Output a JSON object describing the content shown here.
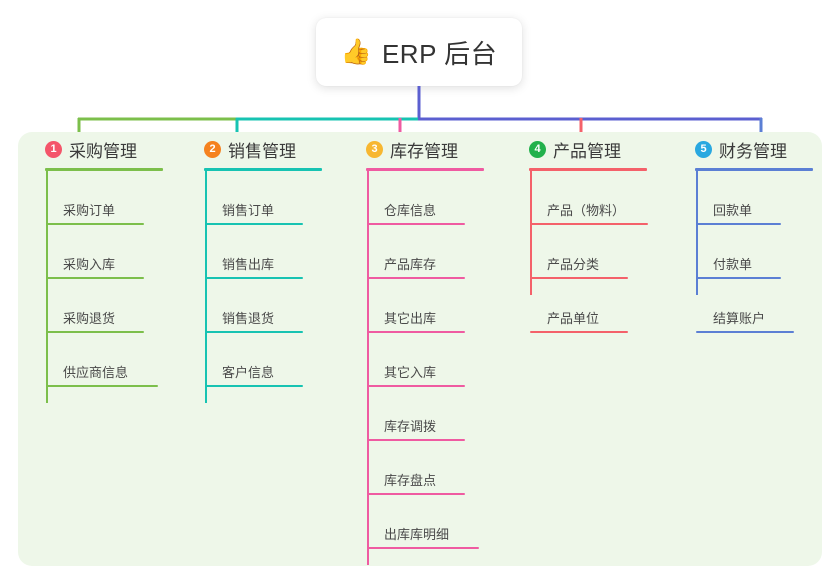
{
  "root": {
    "icon": "thumbs-up-icon",
    "icon_glyph": "👍",
    "title": "ERP 后台"
  },
  "board": {
    "background_color": "#eef7e9"
  },
  "columns": [
    {
      "index": "1",
      "title": "采购管理",
      "badge_color": "#f4556a",
      "line_color": "#7cbf4b",
      "connector_color": "#7cbf4b",
      "items": [
        {
          "label": "采购订单"
        },
        {
          "label": "采购入库"
        },
        {
          "label": "采购退货"
        },
        {
          "label": "供应商信息"
        }
      ]
    },
    {
      "index": "2",
      "title": "销售管理",
      "badge_color": "#f5821f",
      "line_color": "#17c3b2",
      "connector_color": "#17c3b2",
      "items": [
        {
          "label": "销售订单"
        },
        {
          "label": "销售出库"
        },
        {
          "label": "销售退货"
        },
        {
          "label": "客户信息"
        }
      ]
    },
    {
      "index": "3",
      "title": "库存管理",
      "badge_color": "#f7b731",
      "line_color": "#ef5ba1",
      "connector_color": "#ef5ba1",
      "items": [
        {
          "label": "仓库信息"
        },
        {
          "label": "产品库存"
        },
        {
          "label": "其它出库"
        },
        {
          "label": "其它入库"
        },
        {
          "label": "库存调拨"
        },
        {
          "label": "库存盘点"
        },
        {
          "label": "出库库明细"
        }
      ]
    },
    {
      "index": "4",
      "title": "产品管理",
      "badge_color": "#22b14c",
      "line_color": "#f4616a",
      "connector_color": "#f4616a",
      "items": [
        {
          "label": "产品（物料）"
        },
        {
          "label": "产品分类"
        },
        {
          "label": "产品单位"
        }
      ]
    },
    {
      "index": "5",
      "title": "财务管理",
      "badge_color": "#29a8e0",
      "line_color": "#5b7fd4",
      "connector_color": "#5b7fd4",
      "items": [
        {
          "label": "回款单"
        },
        {
          "label": "付款单"
        },
        {
          "label": "结算账户"
        }
      ]
    }
  ],
  "connector_bar": {
    "segments": [
      {
        "color": "#7cbf4b"
      },
      {
        "color": "#17c3b2"
      },
      {
        "color": "#5b5fd0"
      }
    ],
    "root_drop_color": "#5b5fd0"
  }
}
